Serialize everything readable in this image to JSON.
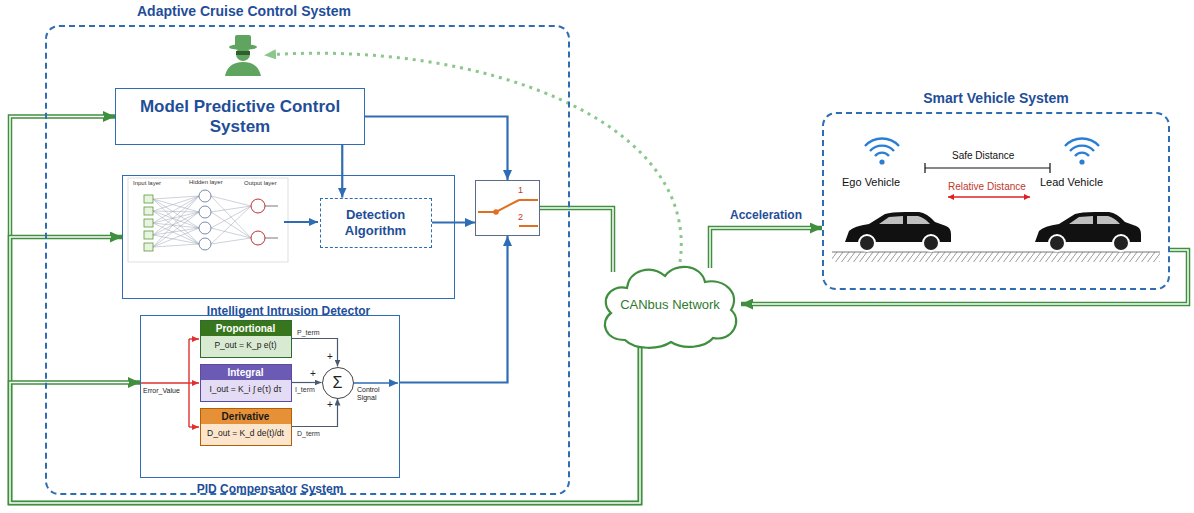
{
  "diagram": {
    "nodes": [
      {
        "text": [
          "Adaptive Cruise Control System"
        ]
      },
      {
        "text": [
          "Model Predictive Control System"
        ],
        "in": 0
      },
      {
        "text": [
          "Intelligent Intrusion Detector"
        ],
        "in": 0
      },
      {
        "text": [
          "Detection Algorithm"
        ],
        "in": 2
      },
      {
        "text": [
          "1",
          "2"
        ],
        "in": 0
      },
      {
        "text": [
          "PID Compensator System"
        ],
        "in": 0
      },
      {
        "text": [
          "Proportional",
          "P_out = K_p e(t)"
        ],
        "in": 5
      },
      {
        "text": [
          "Integral",
          "I_out = K_i ∫ e(τ) dτ"
        ],
        "in": 5
      },
      {
        "text": [
          "Derivative",
          "D_out = K_d de(t)/dt"
        ],
        "in": 5
      },
      {
        "text": [
          "Σ"
        ],
        "in": 5
      },
      {
        "text": [
          "CANbus Network"
        ]
      },
      {
        "text": [
          "Smart Vehicle System"
        ]
      }
    ],
    "edges": [
      {
        "from": 1,
        "to": 3,
        "arrow": "to"
      },
      {
        "from": 1,
        "to": 4,
        "arrow": "to"
      },
      {
        "from": 3,
        "to": 4,
        "arrow": "to"
      },
      {
        "from": 5,
        "to": 4,
        "arrow": "to"
      },
      {
        "from": 4,
        "to": 10,
        "arrow": "none"
      },
      {
        "from": 10,
        "to": 11,
        "label": "Acceleration",
        "arrow": "to"
      },
      {
        "from": 11,
        "to": 10,
        "arrow": "to"
      },
      {
        "from": 10,
        "to": 1,
        "arrow": "to"
      },
      {
        "from": 10,
        "to": 2,
        "arrow": "to"
      },
      {
        "from": 10,
        "to": 5,
        "arrow": "to"
      },
      {
        "from": 6,
        "to": 9,
        "label": "P_term",
        "arrow": "to"
      },
      {
        "from": 7,
        "to": 9,
        "label": "I_term",
        "arrow": "to"
      },
      {
        "from": 8,
        "to": 9,
        "label": "D_term",
        "arrow": "to"
      }
    ],
    "labels": [
      "Input layer",
      "Hidden layer",
      "Output layer",
      "Error_Value",
      "+",
      "+",
      "+",
      "Control Signal",
      "Ego Vehicle",
      "Lead Vehicle",
      "Safe Distance",
      "Relative Distance"
    ]
  }
}
